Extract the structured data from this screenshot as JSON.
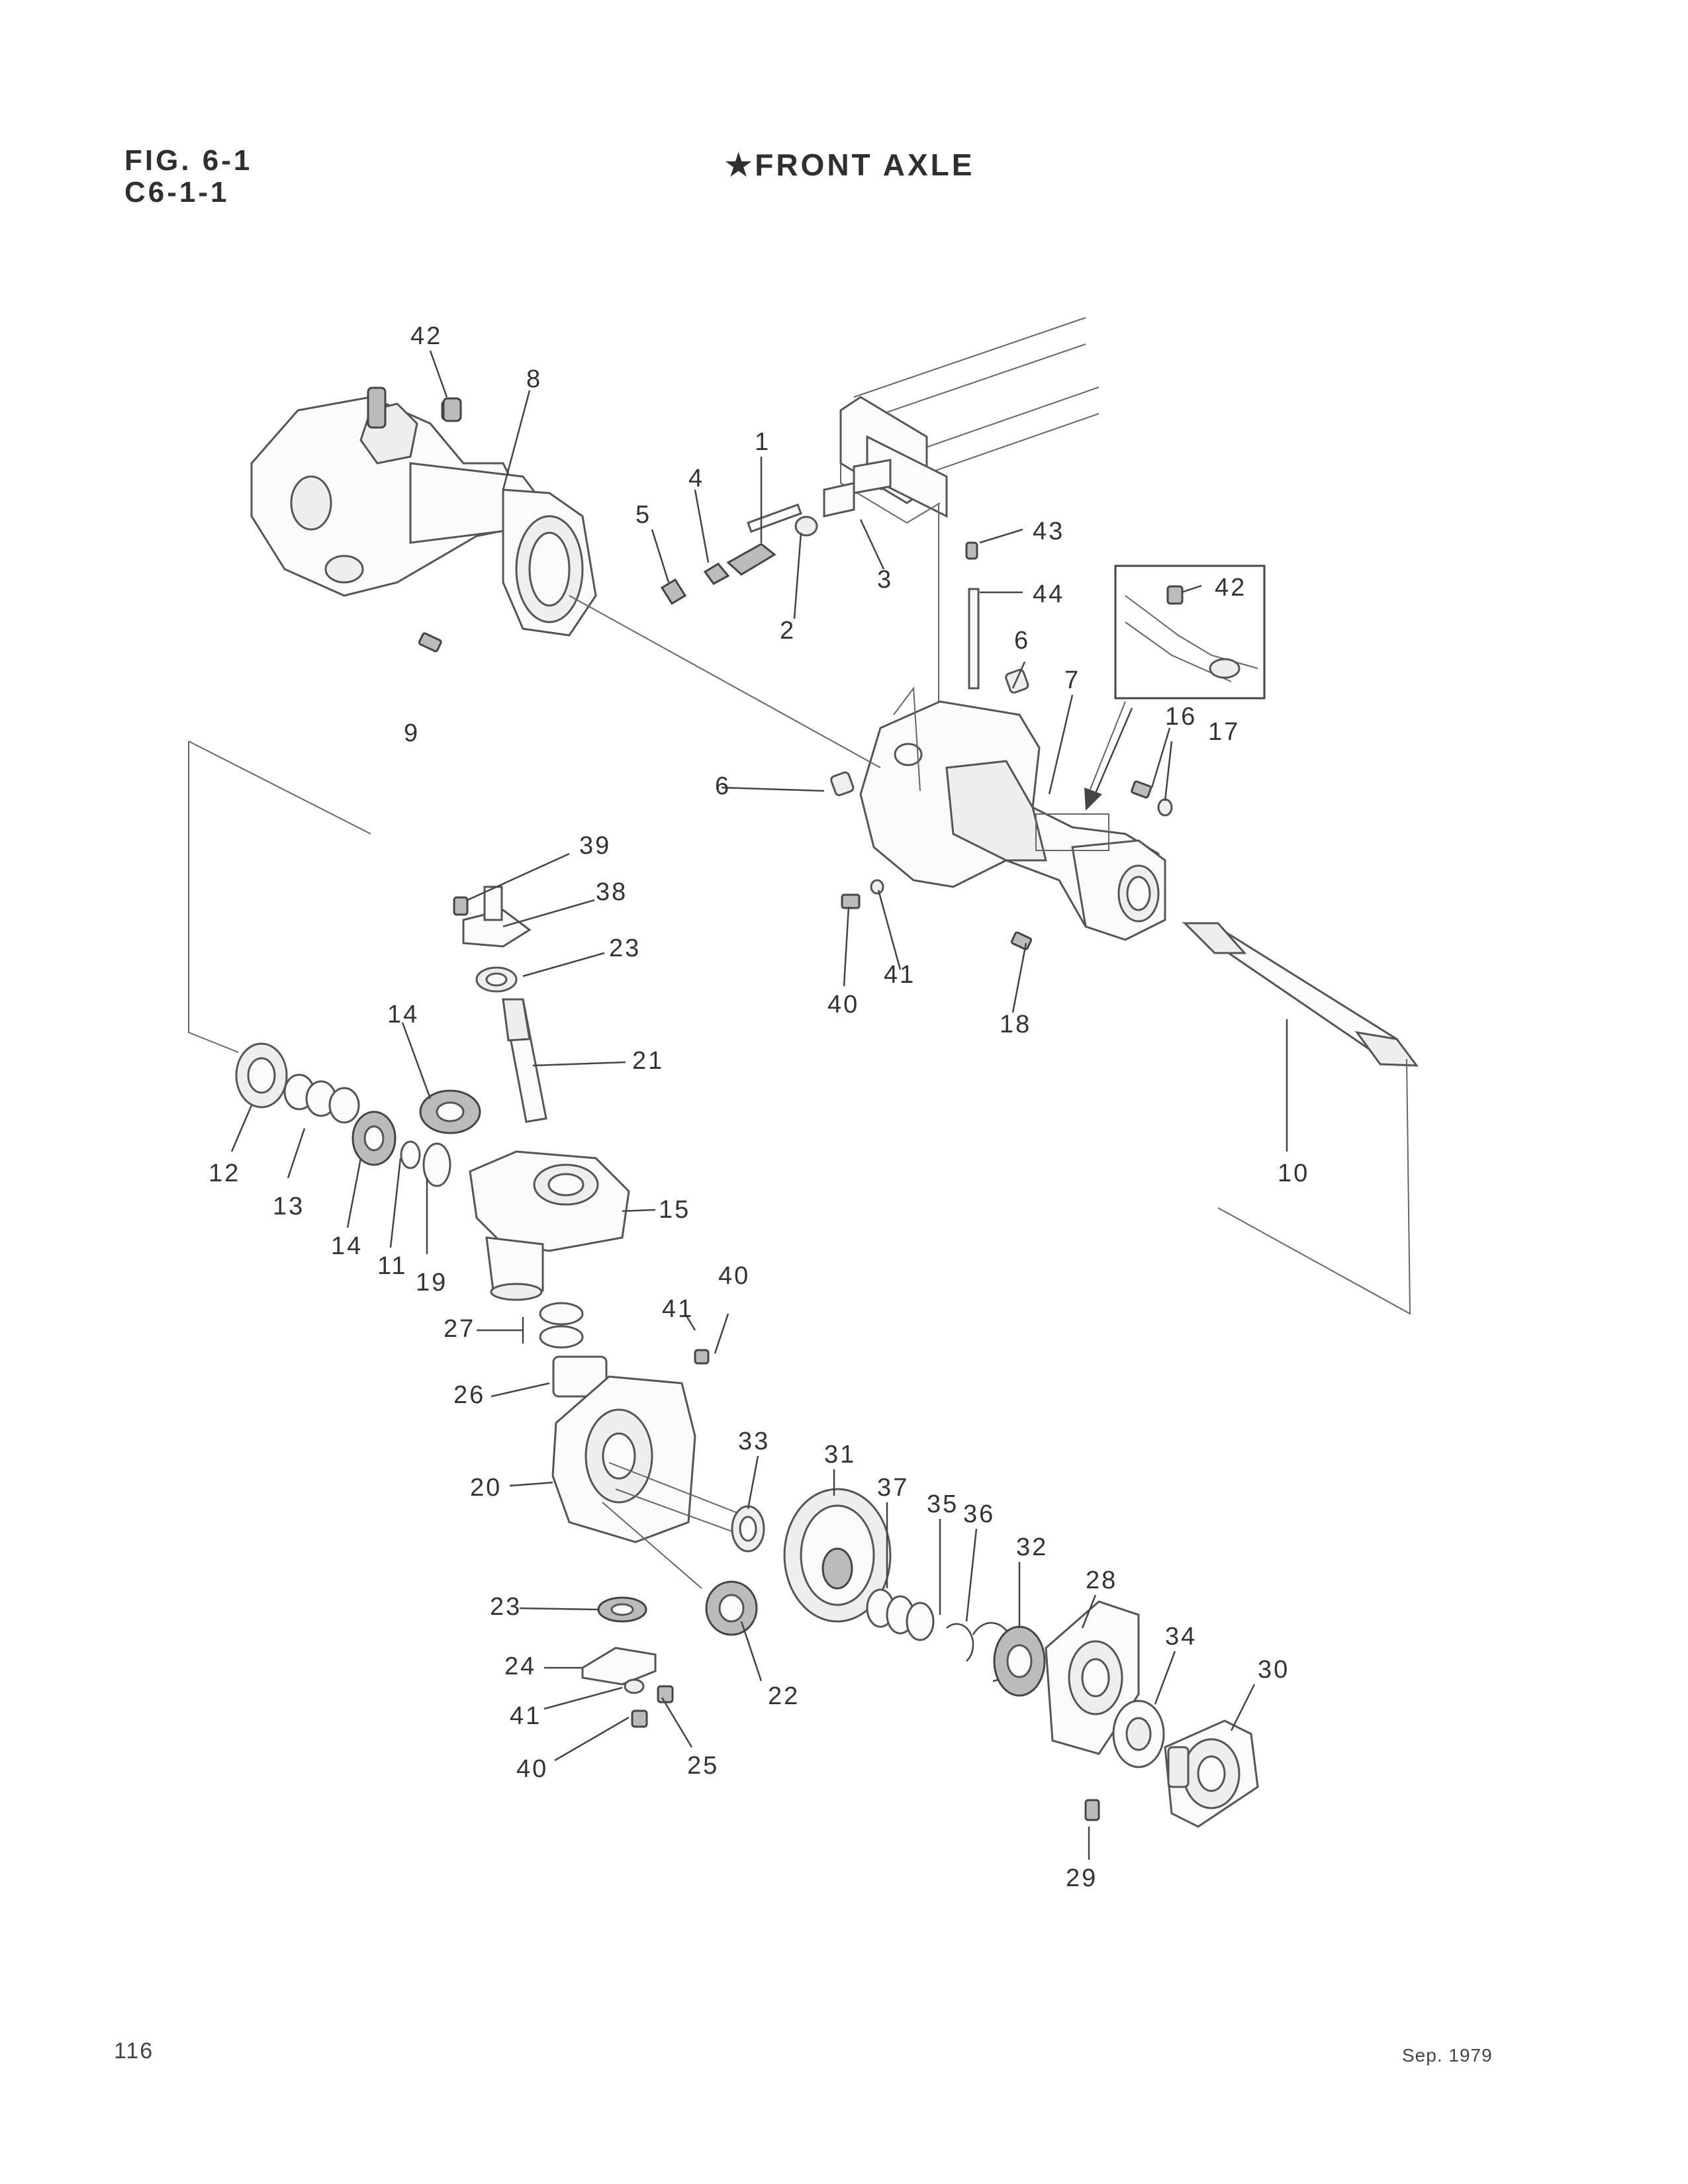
{
  "header": {
    "figure": "FIG. 6-1",
    "code": "C6-1-1",
    "title": "★FRONT AXLE"
  },
  "footer": {
    "page_number": "116",
    "date": "Sep. 1979"
  },
  "callouts": [
    "1",
    "2",
    "3",
    "4",
    "5",
    "6",
    "6",
    "7",
    "8",
    "9",
    "10",
    "11",
    "12",
    "13",
    "14",
    "14",
    "15",
    "16",
    "17",
    "18",
    "19",
    "20",
    "21",
    "22",
    "23",
    "23",
    "24",
    "25",
    "26",
    "27",
    "28",
    "29",
    "30",
    "31",
    "32",
    "33",
    "34",
    "35",
    "36",
    "37",
    "38",
    "39",
    "40",
    "40",
    "40",
    "41",
    "41",
    "41",
    "42",
    "42",
    "43",
    "44"
  ]
}
